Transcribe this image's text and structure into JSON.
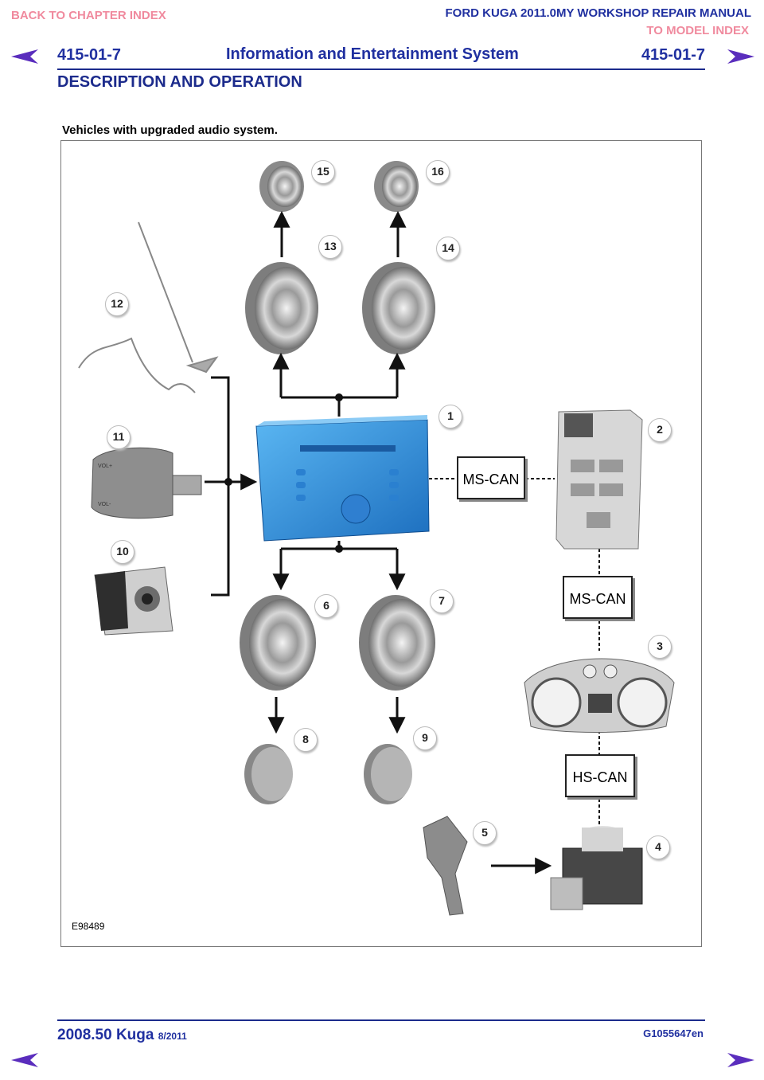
{
  "header": {
    "back_link": "BACK TO CHAPTER INDEX",
    "manual_title": "FORD KUGA 2011.0MY WORKSHOP REPAIR MANUAL",
    "model_link": "TO MODEL INDEX",
    "section_left": "415-01-7",
    "section_title": "Information and Entertainment System",
    "section_right": "415-01-7",
    "subtitle": "DESCRIPTION AND OPERATION"
  },
  "figure": {
    "caption": "Vehicles with upgraded audio system.",
    "figure_id": "E98489",
    "bus_labels": [
      "MS-CAN",
      "MS-CAN",
      "HS-CAN"
    ],
    "callouts": [
      "1",
      "2",
      "3",
      "4",
      "5",
      "6",
      "7",
      "8",
      "9",
      "10",
      "11",
      "12",
      "13",
      "14",
      "15",
      "16"
    ]
  },
  "footer": {
    "model": "2008.50 Kuga",
    "date": "8/2011",
    "code": "G1055647en"
  },
  "colors": {
    "pink_link": "#f08a9e",
    "header_blue": "#2030a0",
    "rule": "#1c2b8c",
    "radio_blue": "#3a9be0"
  },
  "icons": [
    "prev-page-icon",
    "next-page-icon"
  ]
}
